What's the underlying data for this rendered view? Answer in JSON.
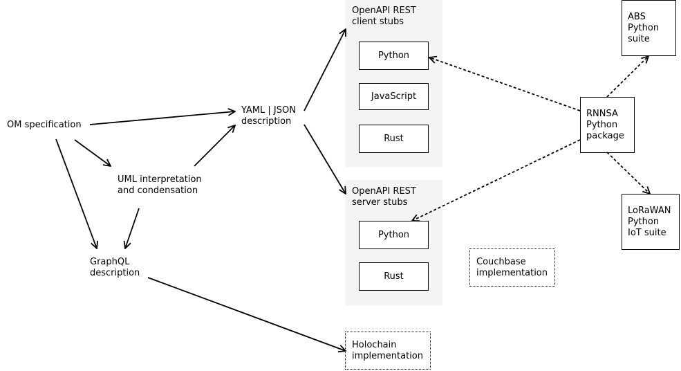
{
  "nodes": {
    "om_spec": "OM specification",
    "uml": "UML interpretation\nand condensation",
    "yaml_json": "YAML | JSON\ndescription",
    "graphql": "GraphQL\ndescription",
    "client_stubs": "OpenAPI REST\nclient stubs",
    "client_python": "Python",
    "client_javascript": "JavaScript",
    "client_rust": "Rust",
    "server_stubs": "OpenAPI REST\nserver stubs",
    "server_python": "Python",
    "server_rust": "Rust",
    "holochain": "Holochain\nimplementation",
    "couchbase": "Couchbase\nimplementation",
    "rnnsa": "RNNSA\nPython\npackage",
    "abs": "ABS\nPython\nsuite",
    "lorawan": "LoRaWAN\nPython\nIoT suite"
  },
  "edges": [
    {
      "from": "om_spec",
      "to": "yaml_json",
      "style": "solid"
    },
    {
      "from": "om_spec",
      "to": "uml",
      "style": "solid"
    },
    {
      "from": "om_spec",
      "to": "graphql",
      "style": "solid"
    },
    {
      "from": "uml",
      "to": "yaml_json",
      "style": "solid"
    },
    {
      "from": "uml",
      "to": "graphql",
      "style": "solid"
    },
    {
      "from": "yaml_json",
      "to": "client_stubs",
      "style": "solid"
    },
    {
      "from": "yaml_json",
      "to": "server_stubs",
      "style": "solid"
    },
    {
      "from": "graphql",
      "to": "holochain",
      "style": "solid"
    },
    {
      "from": "rnnsa",
      "to": "client_python",
      "style": "dotted"
    },
    {
      "from": "rnnsa",
      "to": "server_python",
      "style": "dotted"
    },
    {
      "from": "rnnsa",
      "to": "abs",
      "style": "dotted"
    },
    {
      "from": "rnnsa",
      "to": "lorawan",
      "style": "dotted"
    }
  ]
}
